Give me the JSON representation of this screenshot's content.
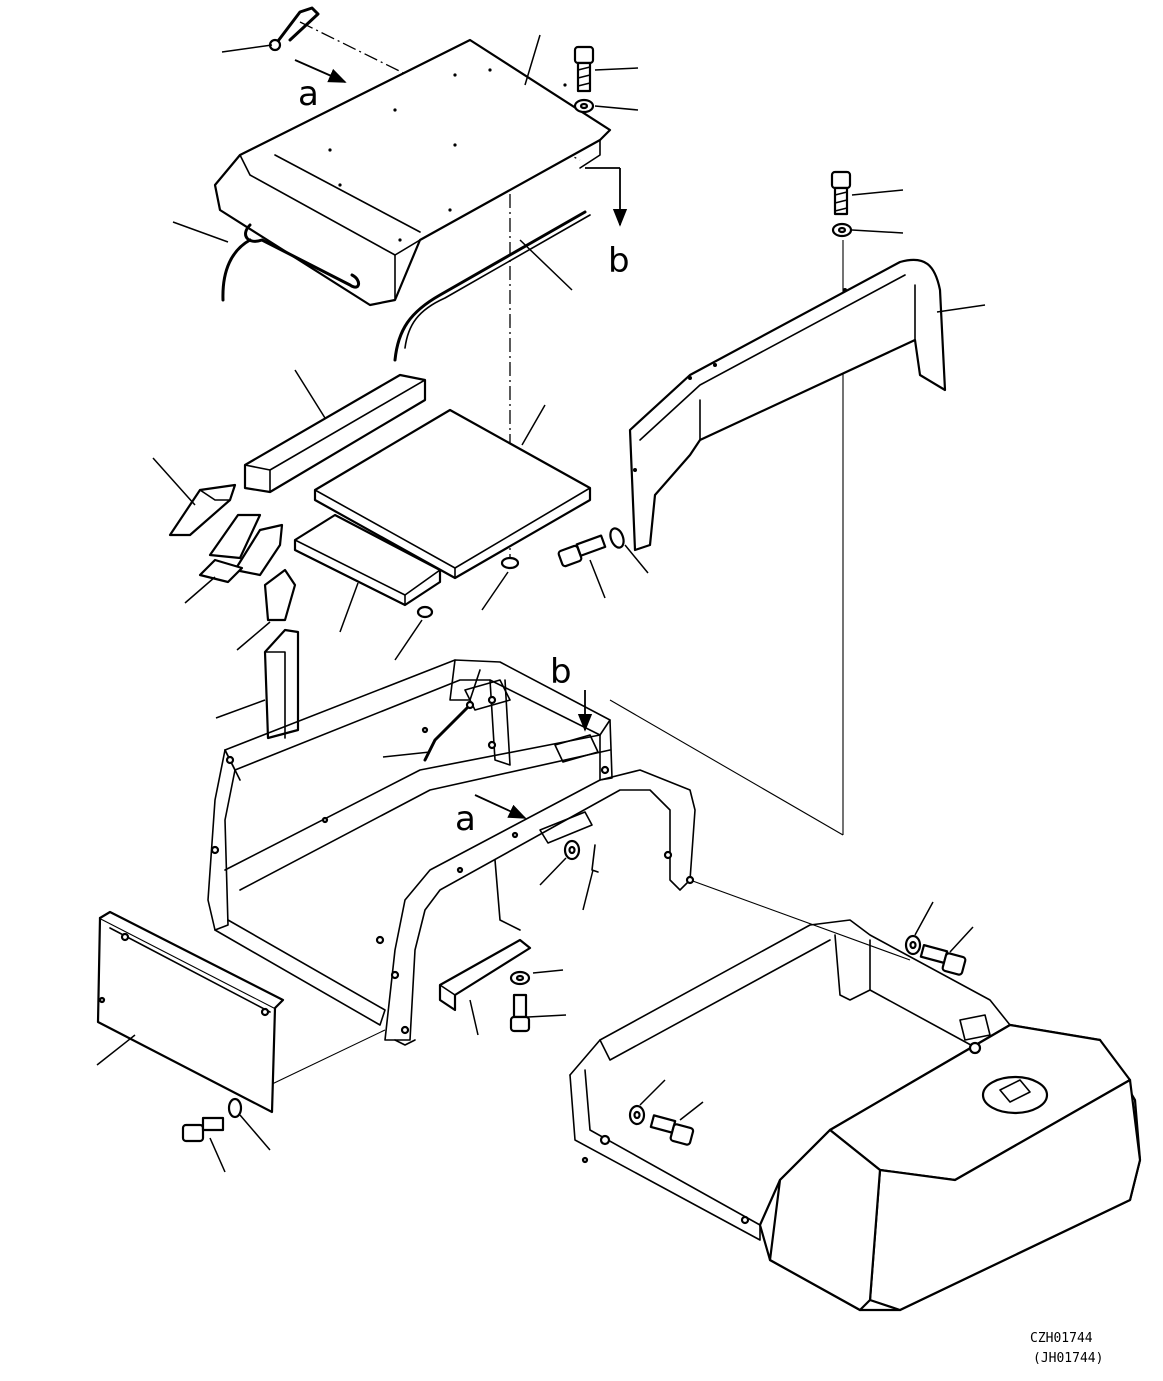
{
  "callouts": {
    "a_top": "a",
    "b_top": "b",
    "b_frame": "b",
    "a_frame": "a"
  },
  "drawing_code": "CZH01744",
  "drawing_code_alt": "(JH01744)"
}
